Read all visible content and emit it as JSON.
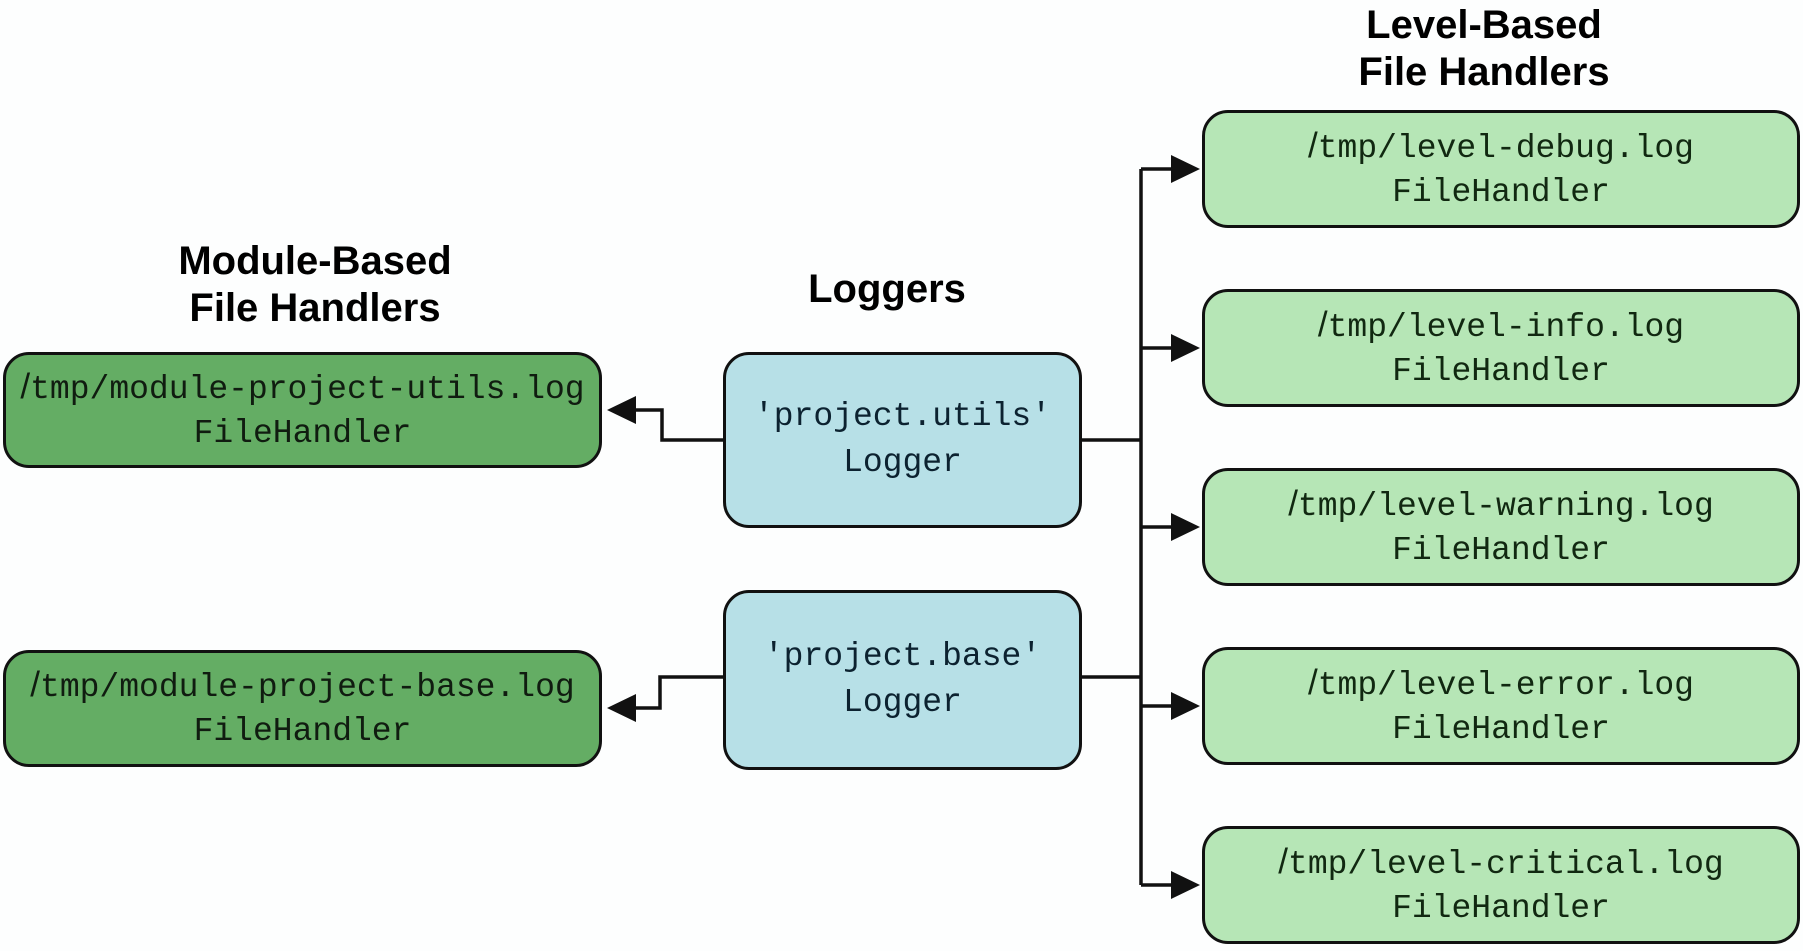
{
  "titles": {
    "module_line1": "Module-Based",
    "module_line2": "File Handlers",
    "loggers": "Loggers",
    "level_line1": "Level-Based",
    "level_line2": "File Handlers"
  },
  "nodes": {
    "module": [
      {
        "path": "/tmp/module-project-utils.log",
        "class_name": "FileHandler"
      },
      {
        "path": "/tmp/module-project-base.log",
        "class_name": "FileHandler"
      }
    ],
    "loggers": [
      {
        "name": "'project.utils'",
        "class_name": "Logger"
      },
      {
        "name": "'project.base'",
        "class_name": "Logger"
      }
    ],
    "level": [
      {
        "path": "/tmp/level-debug.log",
        "class_name": "FileHandler"
      },
      {
        "path": "/tmp/level-info.log",
        "class_name": "FileHandler"
      },
      {
        "path": "/tmp/level-warning.log",
        "class_name": "FileHandler"
      },
      {
        "path": "/tmp/level-error.log",
        "class_name": "FileHandler"
      },
      {
        "path": "/tmp/level-critical.log",
        "class_name": "FileHandler"
      }
    ]
  },
  "colors": {
    "module_fill": "#64ad64",
    "level_fill": "#b6e6b6",
    "logger_fill": "#b7e0e7",
    "border": "#111111",
    "arrow": "#111111",
    "background": "#fdfefe",
    "title_text": "#000000"
  }
}
